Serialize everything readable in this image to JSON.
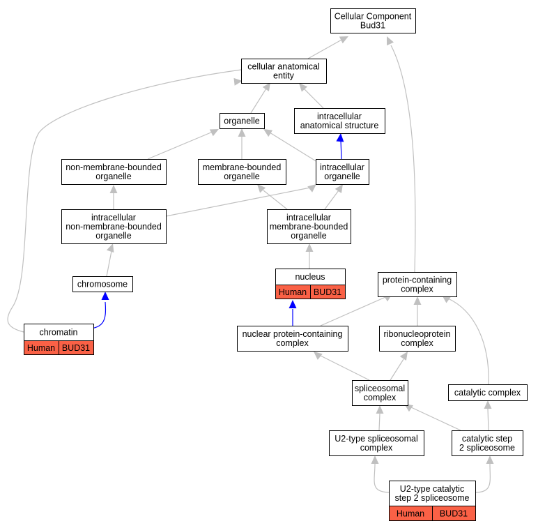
{
  "colors": {
    "is_a_edge": "#c0c0c0",
    "part_of_edge": "#0000ff",
    "annotation_fill": "#fa6146",
    "node_fill": "#ffffff"
  },
  "nodes": {
    "root": {
      "lines": [
        "Cellular Component",
        "Bud31"
      ]
    },
    "cae": {
      "lines": [
        "cellular anatomical",
        "entity"
      ]
    },
    "organelle": {
      "lines": [
        "organelle"
      ]
    },
    "ias": {
      "lines": [
        "intracellular",
        "anatomical structure"
      ]
    },
    "nmbo": {
      "lines": [
        "non-membrane-bounded",
        "organelle"
      ]
    },
    "mbo": {
      "lines": [
        "membrane-bounded",
        "organelle"
      ]
    },
    "io": {
      "lines": [
        "intracellular",
        "organelle"
      ]
    },
    "inmbo": {
      "lines": [
        "intracellular",
        "non-membrane-bounded",
        "organelle"
      ]
    },
    "imbo": {
      "lines": [
        "intracellular",
        "membrane-bounded",
        "organelle"
      ]
    },
    "nucleus": {
      "lines": [
        "nucleus"
      ],
      "annotation": [
        "Human",
        "BUD31"
      ]
    },
    "chromosome": {
      "lines": [
        "chromosome"
      ]
    },
    "pcc": {
      "lines": [
        "protein-containing",
        "complex"
      ]
    },
    "chromatin": {
      "lines": [
        "chromatin"
      ],
      "annotation": [
        "Human",
        "BUD31"
      ]
    },
    "npcc": {
      "lines": [
        "nuclear protein-containing",
        "complex"
      ]
    },
    "rnp": {
      "lines": [
        "ribonucleoprotein",
        "complex"
      ]
    },
    "spl": {
      "lines": [
        "spliceosomal",
        "complex"
      ]
    },
    "cat": {
      "lines": [
        "catalytic complex"
      ]
    },
    "u2": {
      "lines": [
        "U2-type spliceosomal",
        "complex"
      ]
    },
    "cs2": {
      "lines": [
        "catalytic step",
        "2 spliceosome"
      ]
    },
    "u2cs2": {
      "lines": [
        "U2-type catalytic",
        "step 2 spliceosome"
      ],
      "annotation": [
        "Human",
        "BUD31"
      ]
    }
  }
}
